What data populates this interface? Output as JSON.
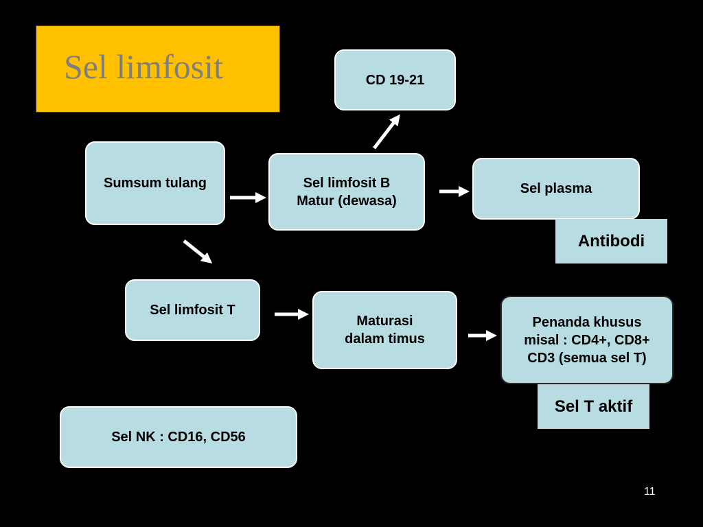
{
  "title": "Sel limfosit",
  "nodes": {
    "cd1921": "CD 19-21",
    "sumsum": "Sumsum tulang",
    "limfosit_b": "Sel limfosit B\nMatur (dewasa)",
    "plasma": "Sel plasma",
    "antibodi": "Antibodi",
    "limfosit_t": "Sel limfosit T",
    "maturasi": "Maturasi\ndalam timus",
    "penanda": "Penanda khusus\nmisal : CD4+, CD8+\nCD3 (semua sel T)",
    "t_aktif": "Sel T aktif",
    "nk": "Sel NK : CD16, CD56"
  },
  "page_number": "11",
  "colors": {
    "background": "#000000",
    "title_fill": "#ffc000",
    "title_text": "#7f7f7f",
    "node_fill": "#b7dde3",
    "arrow": "#ffffff"
  }
}
